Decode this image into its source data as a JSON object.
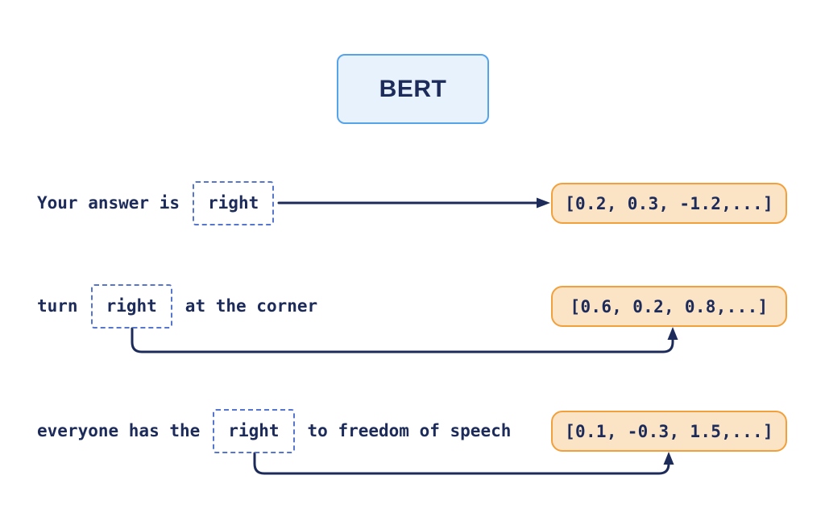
{
  "model": {
    "label": "BERT"
  },
  "rows": [
    {
      "prefix": "Your answer is",
      "token": "right",
      "suffix": "",
      "vector": "[0.2, 0.3, -1.2,...]"
    },
    {
      "prefix": "turn",
      "token": "right",
      "suffix": "at the corner",
      "vector": "[0.6, 0.2, 0.8,...]"
    },
    {
      "prefix": "everyone has the",
      "token": "right",
      "suffix": "to freedom of speech",
      "vector": "[0.1, -0.3, 1.5,...]"
    }
  ],
  "colors": {
    "text": "#1c2b5a",
    "arrow": "#1c2b5a",
    "model_box_fill": "#e8f2fc",
    "model_box_border": "#55a4e9",
    "token_box_border": "#5575cf",
    "vector_box_fill": "#fbe4c6",
    "vector_box_border": "#f2a03c"
  }
}
